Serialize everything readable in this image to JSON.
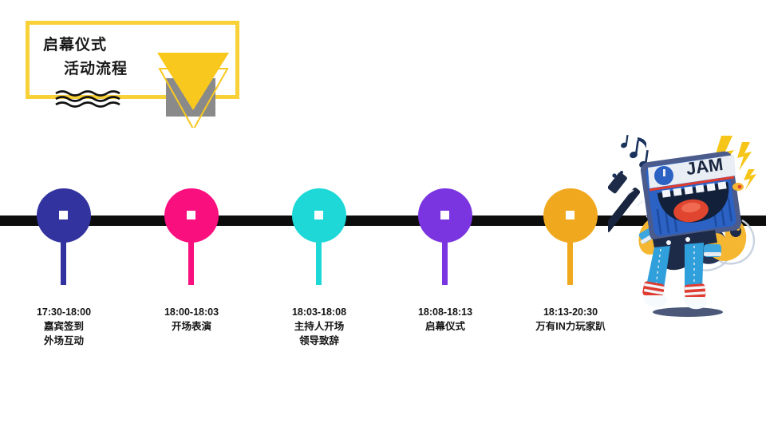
{
  "title": {
    "line1": "启幕仪式",
    "line2": "活动流程",
    "frame_color": "#F8D138",
    "accent_color": "#F9C81F",
    "square_color": "#8A8A8A"
  },
  "timeline": {
    "bar_color": "#0D0D0D",
    "nodes": [
      {
        "time": "17:30-18:00",
        "desc_line1": "嘉宾签到",
        "desc_line2": "外场互动",
        "color": "#3333A0"
      },
      {
        "time": "18:00-18:03",
        "desc_line1": "开场表演",
        "desc_line2": "",
        "color": "#FA0F7F"
      },
      {
        "time": "18:03-18:08",
        "desc_line1": "主持人开场",
        "desc_line2": "领导致辞",
        "color": "#1ED8D8"
      },
      {
        "time": "18:08-18:13",
        "desc_line1": "启幕仪式",
        "desc_line2": "",
        "color": "#7B35E0"
      },
      {
        "time": "18:13-20:30",
        "desc_line1": "万有IN力玩家趴",
        "desc_line2": "",
        "color": "#F0A81E"
      }
    ]
  },
  "character": {
    "name": "guitar-robot-mascot",
    "face_text": "JAM"
  }
}
